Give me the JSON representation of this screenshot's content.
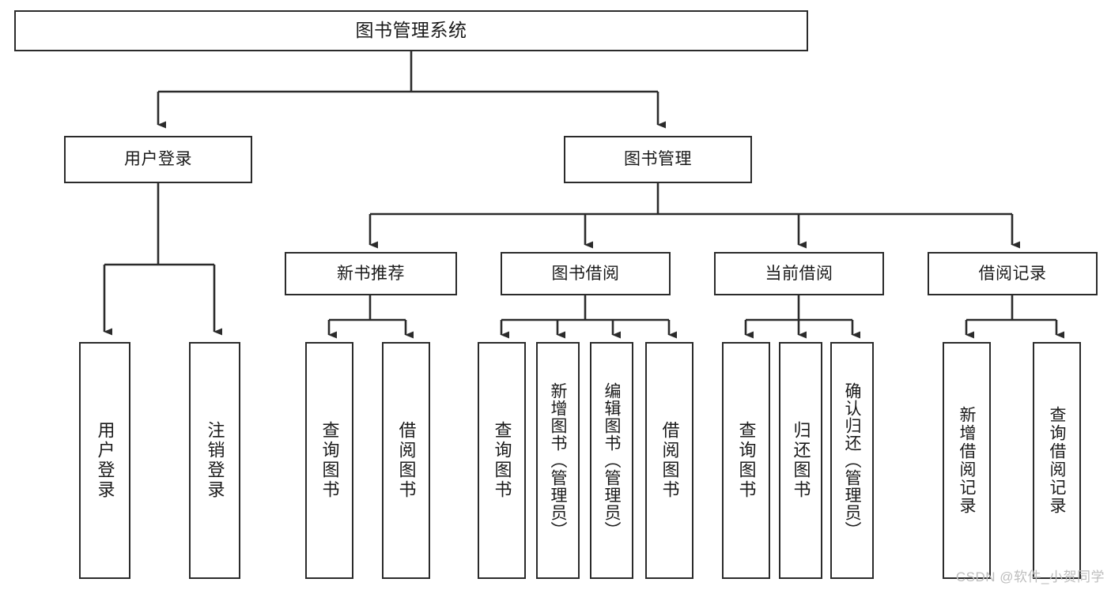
{
  "diagram": {
    "type": "tree",
    "title": "图书管理系统",
    "levels": [
      {
        "level": 1,
        "nodes": [
          {
            "id": "root",
            "label": "图书管理系统",
            "orientation": "horizontal"
          }
        ]
      },
      {
        "level": 2,
        "nodes": [
          {
            "id": "user-login",
            "label": "用户登录",
            "orientation": "horizontal"
          },
          {
            "id": "book-manage",
            "label": "图书管理",
            "orientation": "horizontal"
          }
        ]
      },
      {
        "level": 3,
        "nodes": [
          {
            "id": "new-book-rec",
            "label": "新书推荐",
            "orientation": "horizontal"
          },
          {
            "id": "book-borrow",
            "label": "图书借阅",
            "orientation": "horizontal"
          },
          {
            "id": "current-borrow",
            "label": "当前借阅",
            "orientation": "horizontal"
          },
          {
            "id": "borrow-record",
            "label": "借阅记录",
            "orientation": "horizontal"
          }
        ]
      },
      {
        "level": 4,
        "nodes": [
          {
            "id": "leaf-user-login",
            "label": "用户登录",
            "orientation": "vertical"
          },
          {
            "id": "leaf-logout",
            "label": "注销登录",
            "orientation": "vertical"
          },
          {
            "id": "leaf-query-book-1",
            "label": "查询图书",
            "orientation": "vertical"
          },
          {
            "id": "leaf-borrow-book-1",
            "label": "借阅图书",
            "orientation": "vertical"
          },
          {
            "id": "leaf-query-book-2",
            "label": "查询图书",
            "orientation": "vertical"
          },
          {
            "id": "leaf-add-book",
            "label": "新增图书（管理员）",
            "orientation": "vertical"
          },
          {
            "id": "leaf-edit-book",
            "label": "编辑图书（管理员）",
            "orientation": "vertical"
          },
          {
            "id": "leaf-borrow-book-2",
            "label": "借阅图书",
            "orientation": "vertical"
          },
          {
            "id": "leaf-query-book-3",
            "label": "查询图书",
            "orientation": "vertical"
          },
          {
            "id": "leaf-return-book",
            "label": "归还图书",
            "orientation": "vertical"
          },
          {
            "id": "leaf-confirm-return",
            "label": "确认归还（管理员）",
            "orientation": "vertical"
          },
          {
            "id": "leaf-add-record",
            "label": "新增借阅记录",
            "orientation": "vertical"
          },
          {
            "id": "leaf-query-record",
            "label": "查询借阅记录",
            "orientation": "vertical"
          }
        ]
      }
    ],
    "edges": [
      {
        "from": "root",
        "to": "user-login"
      },
      {
        "from": "root",
        "to": "book-manage"
      },
      {
        "from": "user-login",
        "to": "leaf-user-login"
      },
      {
        "from": "user-login",
        "to": "leaf-logout"
      },
      {
        "from": "book-manage",
        "to": "new-book-rec"
      },
      {
        "from": "book-manage",
        "to": "book-borrow"
      },
      {
        "from": "book-manage",
        "to": "current-borrow"
      },
      {
        "from": "book-manage",
        "to": "borrow-record"
      },
      {
        "from": "new-book-rec",
        "to": "leaf-query-book-1"
      },
      {
        "from": "new-book-rec",
        "to": "leaf-borrow-book-1"
      },
      {
        "from": "book-borrow",
        "to": "leaf-query-book-2"
      },
      {
        "from": "book-borrow",
        "to": "leaf-add-book"
      },
      {
        "from": "book-borrow",
        "to": "leaf-edit-book"
      },
      {
        "from": "book-borrow",
        "to": "leaf-borrow-book-2"
      },
      {
        "from": "current-borrow",
        "to": "leaf-query-book-3"
      },
      {
        "from": "current-borrow",
        "to": "leaf-return-book"
      },
      {
        "from": "current-borrow",
        "to": "leaf-confirm-return"
      },
      {
        "from": "borrow-record",
        "to": "leaf-add-record"
      },
      {
        "from": "borrow-record",
        "to": "leaf-query-record"
      }
    ],
    "colors": {
      "stroke": "#2b2b2b",
      "fill": "#ffffff",
      "text": "#1a1a1a",
      "watermark": "#bdbdbd"
    }
  },
  "watermark": {
    "text": "CSDN @软件_小贺同学"
  }
}
